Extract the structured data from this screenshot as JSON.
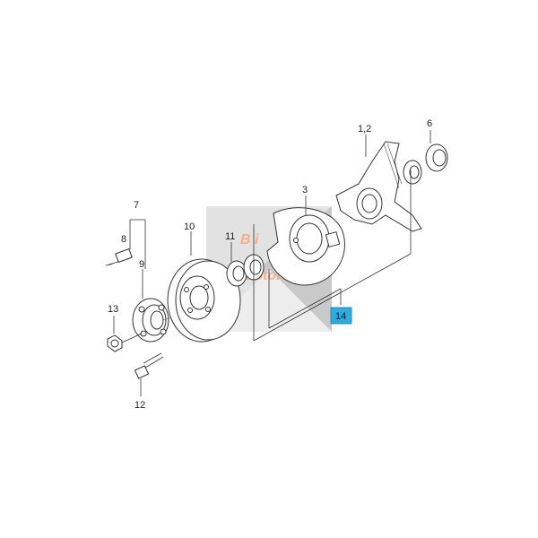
{
  "watermark": {
    "line1": "B i",
    "line2": "Motors",
    "color": "#f3b088",
    "shape_color": "#cfcfcf"
  },
  "highlight": {
    "color": "#27aee3"
  },
  "callouts": {
    "c12": "1,2",
    "c6": "6",
    "c3": "3",
    "c7": "7",
    "c10": "10",
    "c11": "11",
    "c8": "8",
    "c9": "9",
    "c13": "13",
    "c14": "14",
    "c12b": "12"
  }
}
